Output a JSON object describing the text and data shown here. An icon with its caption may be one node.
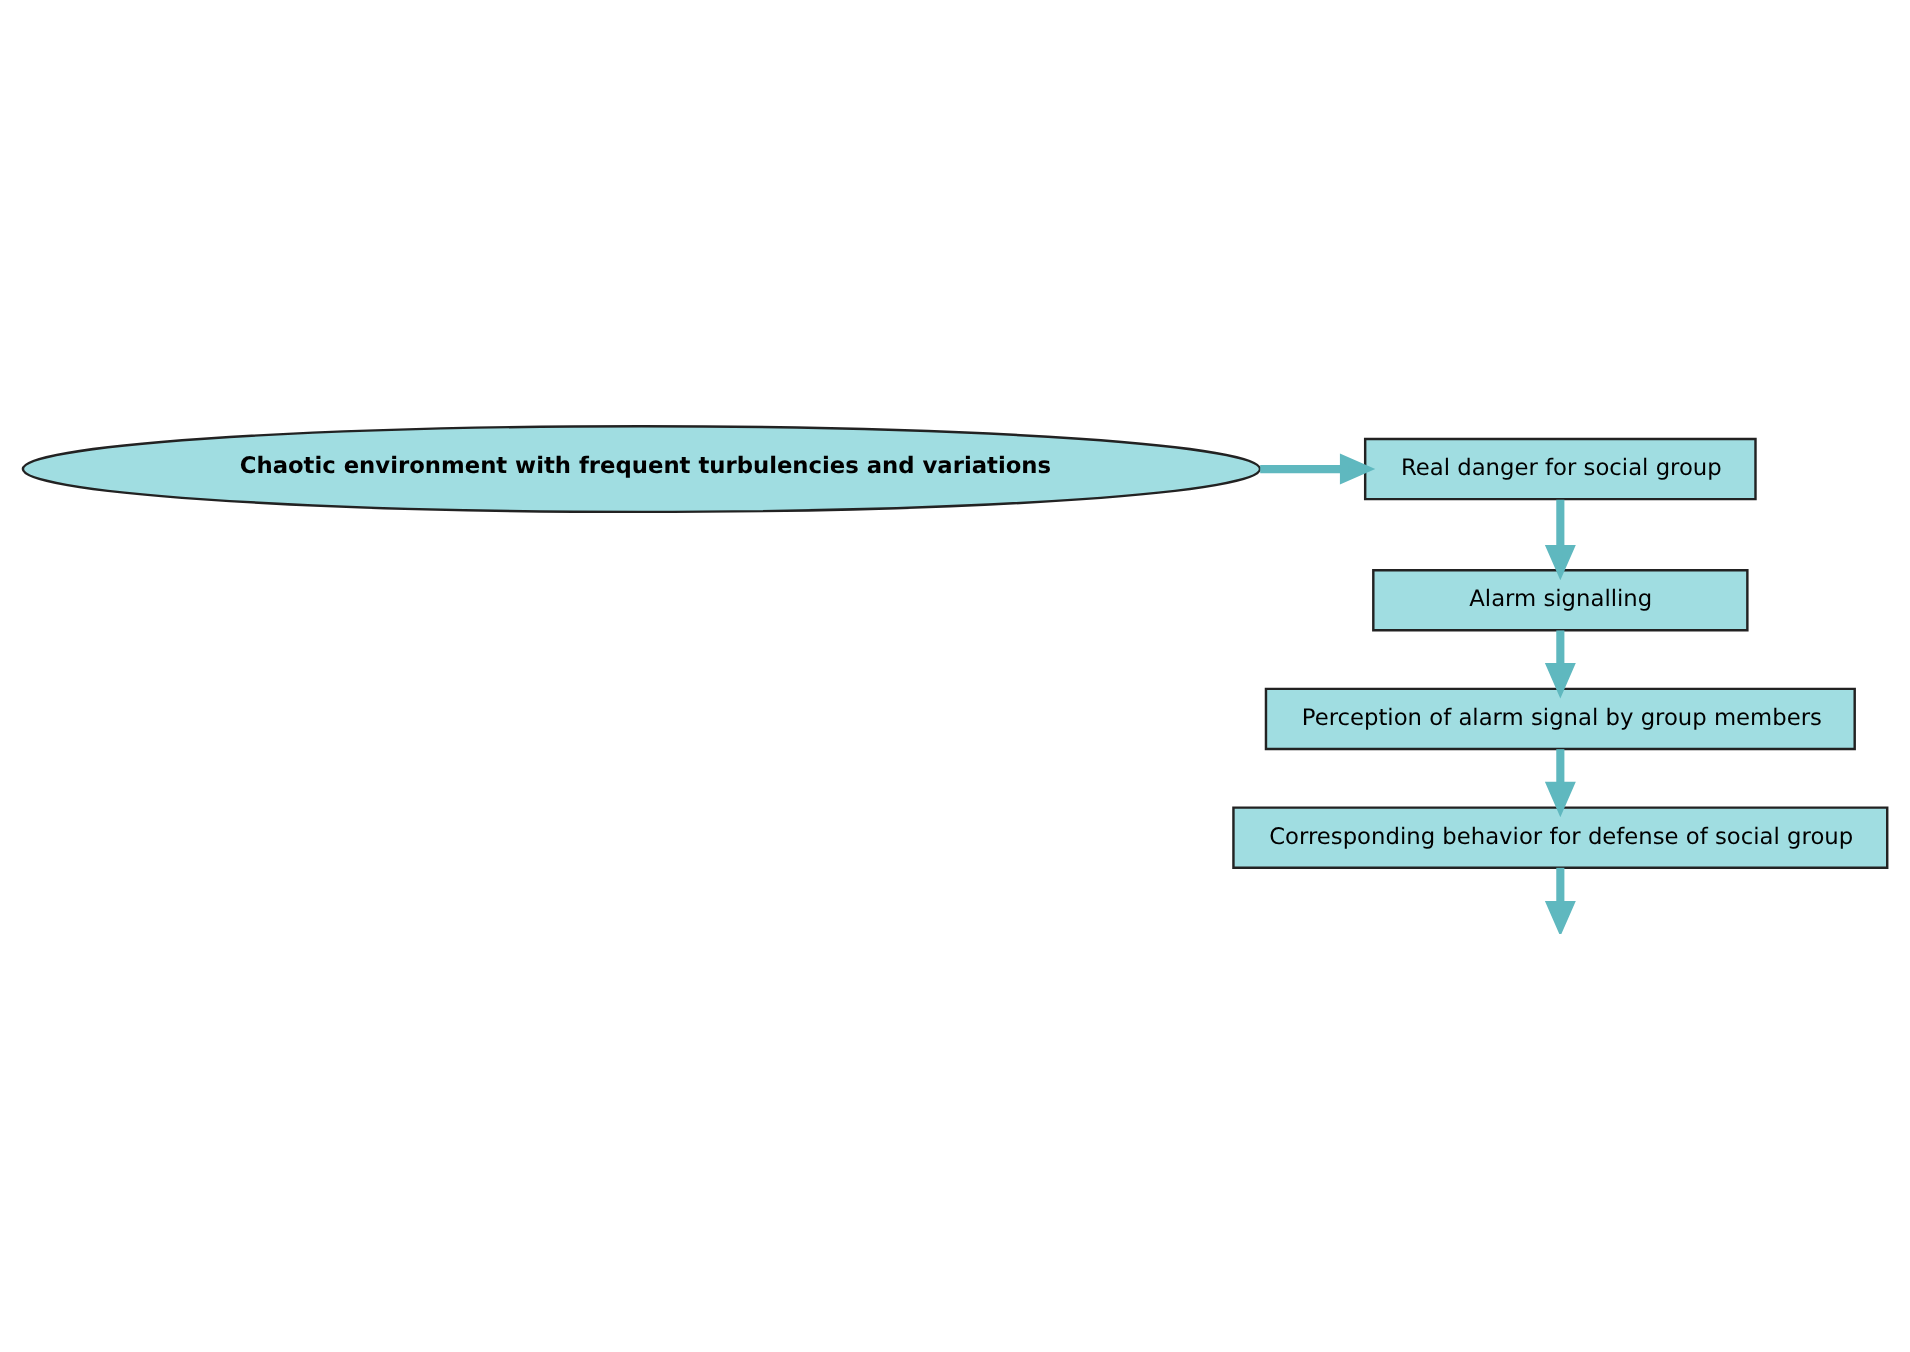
{
  "diagram": {
    "nodes": [
      {
        "text": [
          "Chaotic environment with frequent turbulencies and variations"
        ]
      },
      {
        "text": [
          "Real danger for social group"
        ]
      },
      {
        "text": [
          "Alarm signalling"
        ]
      },
      {
        "text": [
          "Perception of alarm signal by group members"
        ]
      },
      {
        "text": [
          "Corresponding behavior for defense of social group"
        ]
      }
    ],
    "edges": [
      {
        "from": 0,
        "to": 1,
        "arrow": "to"
      },
      {
        "from": 1,
        "to": 2,
        "arrow": "to"
      },
      {
        "from": 2,
        "to": 3,
        "arrow": "to"
      },
      {
        "from": 3,
        "to": 4,
        "arrow": "to"
      },
      {
        "from": 4,
        "to": null,
        "arrow": "to"
      }
    ]
  }
}
